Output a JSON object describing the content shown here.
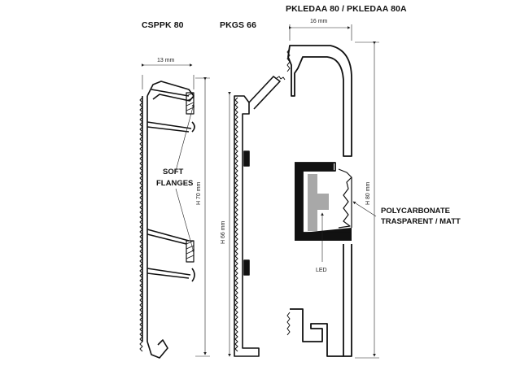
{
  "profiles": {
    "cspk": {
      "name": "CSPPK 80",
      "width_dim": "13 mm",
      "height_dim": "H 70 mm"
    },
    "pkgs": {
      "name": "PKGS 66",
      "height_dim": "H 66 mm"
    },
    "pkleda": {
      "name": "PKLEDAA 80 / PKLEDAA 80A",
      "width_dim": "16 mm",
      "height_dim": "H 80 mm"
    }
  },
  "annotations": {
    "soft_flanges": [
      "SOFT",
      "FLANGES"
    ],
    "led": "LED",
    "polycarbonate": [
      "POLYCARBONATE",
      "TRASPARENT / MATT"
    ]
  }
}
